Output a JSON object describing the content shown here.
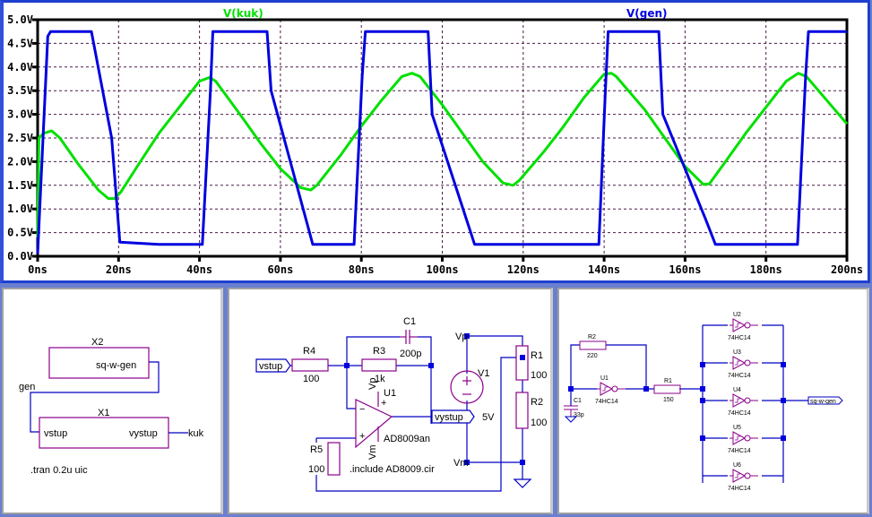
{
  "plot": {
    "traces": [
      {
        "label": "V(kuk)",
        "color": "#00e000"
      },
      {
        "label": "V(gen)",
        "color": "#0000e0"
      }
    ]
  },
  "chart_data": {
    "type": "line",
    "title": "",
    "xlabel": "",
    "ylabel": "",
    "xlim": [
      0,
      200
    ],
    "ylim": [
      0,
      5.0
    ],
    "x_unit": "ns",
    "y_unit": "V",
    "grid": true,
    "legend": "top",
    "x_ticks": [
      "0ns",
      "20ns",
      "40ns",
      "60ns",
      "80ns",
      "100ns",
      "120ns",
      "140ns",
      "160ns",
      "180ns",
      "200ns"
    ],
    "y_ticks": [
      "0.0V",
      "0.5V",
      "1.0V",
      "1.5V",
      "2.0V",
      "2.5V",
      "3.0V",
      "3.5V",
      "4.0V",
      "4.5V",
      "5.0V"
    ],
    "series": [
      {
        "name": "V(gen)",
        "color": "#0000e0",
        "x": [
          0,
          2.5,
          3.2,
          13.3,
          18.3,
          20.3,
          30,
          40.7,
          42.7,
          43.3,
          53,
          56.7,
          57.7,
          68,
          78.2,
          80.2,
          81,
          93,
          96.5,
          97.5,
          108,
          116.8,
          118.8,
          125,
          138.7,
          140.3,
          141,
          149,
          153.5,
          154.5,
          165,
          167.5,
          168.5,
          178,
          187.8,
          189.8,
          190.5,
          200
        ],
        "y": [
          0.05,
          4.65,
          4.75,
          4.75,
          2.5,
          0.3,
          0.25,
          0.25,
          3.5,
          4.75,
          4.75,
          4.75,
          3.5,
          0.25,
          0.25,
          3.8,
          4.75,
          4.75,
          4.75,
          3.0,
          0.25,
          0.25,
          0.25,
          0.25,
          0.25,
          3.5,
          4.75,
          4.75,
          4.75,
          3.0,
          0.8,
          0.25,
          0.25,
          0.25,
          0.25,
          3.8,
          4.75,
          4.75
        ]
      },
      {
        "name": "V(kuk)",
        "color": "#00e000",
        "x": [
          0,
          0.3,
          1.5,
          3.5,
          5.5,
          10,
          15,
          17.5,
          19,
          20.5,
          25,
          30,
          35,
          40,
          42.5,
          44,
          50,
          55,
          60,
          65,
          67.5,
          69,
          75,
          80,
          85,
          90,
          92.5,
          94.5,
          100,
          105,
          110,
          115,
          117.5,
          119,
          125,
          130,
          135,
          140,
          141.8,
          143,
          150,
          155,
          160,
          164.5,
          166,
          170,
          175,
          180,
          185,
          188,
          190,
          195,
          200
        ],
        "y": [
          0.4,
          2.5,
          2.6,
          2.65,
          2.5,
          1.95,
          1.4,
          1.22,
          1.22,
          1.35,
          1.95,
          2.6,
          3.15,
          3.7,
          3.78,
          3.7,
          3.0,
          2.4,
          1.85,
          1.45,
          1.4,
          1.5,
          2.15,
          2.75,
          3.3,
          3.8,
          3.87,
          3.8,
          3.2,
          2.6,
          2.0,
          1.55,
          1.5,
          1.6,
          2.2,
          2.75,
          3.35,
          3.85,
          3.87,
          3.8,
          3.1,
          2.5,
          1.9,
          1.52,
          1.53,
          2.0,
          2.6,
          3.15,
          3.7,
          3.87,
          3.8,
          3.3,
          2.8
        ]
      }
    ]
  },
  "top_schematic": {
    "x2_ref": "X2",
    "x2_port": "sq-w-gen",
    "x1_ref": "X1",
    "x1_in": "vstup",
    "x1_out": "vystup",
    "net_gen": "gen",
    "net_kuk": "kuk",
    "directive": ".tran 0.2u uic"
  },
  "integrator_schematic": {
    "in_port": "vstup",
    "out_port": "vystup",
    "r4": {
      "ref": "R4",
      "value": "100"
    },
    "r3": {
      "ref": "R3",
      "value": "1k"
    },
    "c1": {
      "ref": "C1",
      "value": "200p"
    },
    "r5": {
      "ref": "R5",
      "value": "100"
    },
    "r1": {
      "ref": "R1",
      "value": "100"
    },
    "r2": {
      "ref": "R2",
      "value": "100"
    },
    "v1": {
      "ref": "V1",
      "value": "5V"
    },
    "u1": {
      "ref": "U1",
      "value": "AD8009an",
      "vp": "Vp",
      "vm": "Vm"
    },
    "net_vp": "Vp",
    "net_vm": "Vm",
    "plus": "+",
    "minus": "−",
    "directive": ".include AD8009.cir"
  },
  "generator_schematic": {
    "r2": {
      "ref": "R2",
      "value": "220"
    },
    "r1": {
      "ref": "R1",
      "value": "150"
    },
    "c1": {
      "ref": "C1",
      "value": "33p"
    },
    "inverters": [
      {
        "ref": "U1",
        "value": "74HC14"
      },
      {
        "ref": "U2",
        "value": "74HC14"
      },
      {
        "ref": "U3",
        "value": "74HC14"
      },
      {
        "ref": "U4",
        "value": "74HC14"
      },
      {
        "ref": "U5",
        "value": "74HC14"
      },
      {
        "ref": "U6",
        "value": "74HC14"
      }
    ],
    "out_port": "sq-w-gen"
  }
}
